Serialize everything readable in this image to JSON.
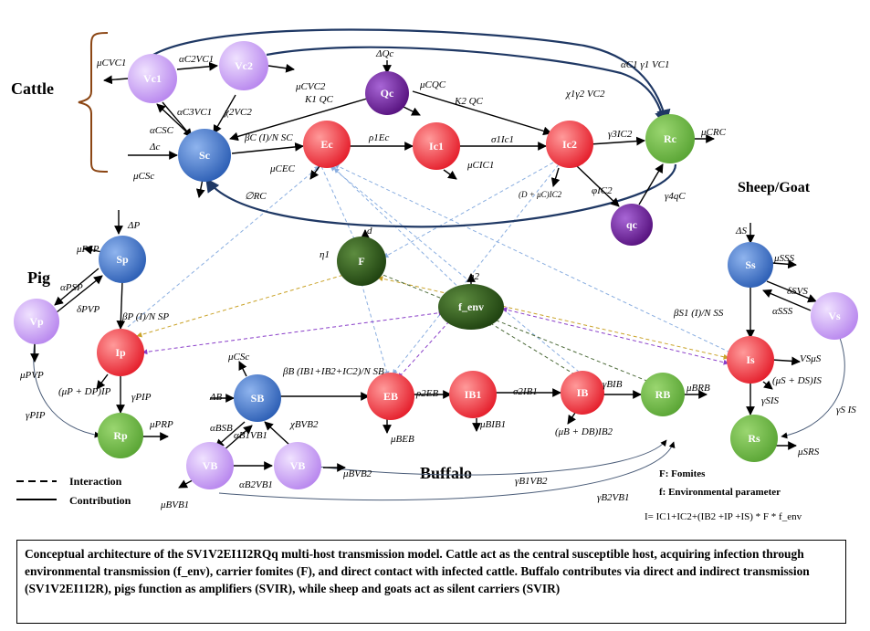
{
  "groups": {
    "cattle": "Cattle",
    "pig": "Pig",
    "sheep_goat": "Sheep/Goat",
    "buffalo": "Buffalo"
  },
  "nodes": {
    "vc1": "Vc1",
    "vc2": "Vc2",
    "qc": "Qc",
    "sc": "Sc",
    "ec": "Ec",
    "ic1": "Ic1",
    "ic2": "Ic2",
    "rc": "Rc",
    "qc_small": "qc",
    "sp": "Sp",
    "vp": "Vp",
    "ip": "Ip",
    "rp": "Rp",
    "f": "F",
    "f_env": "f_env",
    "sb": "SB",
    "eb": "EB",
    "ib1": "IB1",
    "ib": "IB",
    "rb": "RB",
    "vb1": "VB",
    "vb2": "VB",
    "ss": "Ss",
    "vs": "Vs",
    "is": "Is",
    "rs": "Rs"
  },
  "labels": {
    "mu_c_vc1": "μCVC1",
    "a_c2_vc1": "αC2VC1",
    "a_c3_vc1": "αC3VC1",
    "chi2_vc2": "χ2VC2",
    "a_c_sc": "αCSC",
    "delta_c": "Δc",
    "mu_c_sc": "μCSc",
    "mu_c_vc2": "μCVC2",
    "k1_qc": "K1 QC",
    "delta_qc": "ΔQc",
    "mu_c_qc": "μCQC",
    "k2_qc": "K2 QC",
    "a_c1_g1_vc1": "αC1 γ1 VC1",
    "chi1_g2_vc2": "χ1γ2 VC2",
    "beta_c": "βC (I)/N SC",
    "mu_c_ec": "μCEC",
    "rho1_ec": "ρ1Ec",
    "sigma1_ic1": "σ1Ic1",
    "mu_c_ic1": "μCIC1",
    "gamma3_ic2": "γ3IC2",
    "mu_c_rc": "μCRC",
    "phi_rc": "∅RC",
    "d_mu_ic2": "(D + μC)IC2",
    "phi_ic2": "φIC2",
    "gamma4_qc": "γ4qC",
    "d": "d",
    "eta1": "η1",
    "eta2": "η2",
    "delta_p": "ΔP",
    "mu_p_sp": "μPSP",
    "a_p_sp": "αPSP",
    "delta_p_vp": "δPVP",
    "beta_p": "βP (I)/N SP",
    "mu_p_vp": "μPVP",
    "mu_d_ip": "(μP + DP)IP",
    "gamma_p_ip_right": "γPIP",
    "gamma_p_ip_left": "γPIP",
    "mu_p_rp": "μPRP",
    "mu_c_sc_b": "μCSc",
    "delta_b": "ΔB",
    "beta_b": "βB (IB1+IB2+IC2)/N SB",
    "rho2_eb": "ρ2EB",
    "sigma2_ib1": "σ2IB1",
    "gamma_b_ib": "γBIB",
    "mu_b_rb": "μBRB",
    "a_b_sb": "αBSB",
    "a_b1_vb1": "αB1VB1",
    "chi_b_vb2": "χBVB2",
    "a_b2_vb1": "αB2VB1",
    "mu_b_eb": "μBEB",
    "mu_b_ib1": "μBIB1",
    "mu_d_ib2": "(μB + DB)IB2",
    "mu_b_vb2": "μBVB2",
    "mu_b_vb1": "μBVB1",
    "gamma_b1_vb2": "γB1VB2",
    "gamma_b2_vb1": "γB2VB1",
    "delta_s": "ΔS",
    "mu_s_ss": "μSSS",
    "delta_s_vs": "δSVS",
    "a_s_ss": "αSSS",
    "beta_s1": "βS1 (I)/N SS",
    "vs_mu_s": "VSμS",
    "mu_d_is": "(μS + DS)IS",
    "gamma_s_is": "γSIS",
    "gamma_s_is_right": "γS IS",
    "mu_s_rs": "μSRS"
  },
  "legend": {
    "interaction": "Interaction",
    "contribution": "Contribution",
    "fomites": "F: Fomites",
    "env": "f: Environmental parameter",
    "formula": "I= IC1+IC2+(IB2 +IP +IS) * F * f_env"
  },
  "caption": "Conceptual architecture of the SV1V2EI1I2RQq multi-host transmission model. Cattle act as the central susceptible host, acquiring infection through environmental transmission (f_env), carrier fomites (F), and direct contact with infected cattle. Buffalo contributes via direct and indirect transmission (SV1V2EI1I2R), pigs function as amplifiers (SVIR), while sheep and goats act as silent carriers (SVIR)",
  "colors": {
    "susceptible": "#3a70c6",
    "vaccinated": "#c79ef2",
    "infected": "#ef2f3a",
    "recovered": "#6cb344",
    "quarantine": "#6a1d9a",
    "fomite": "#2e5c1e",
    "brace": "#8b4513",
    "curve_arrow": "#1f3864"
  }
}
